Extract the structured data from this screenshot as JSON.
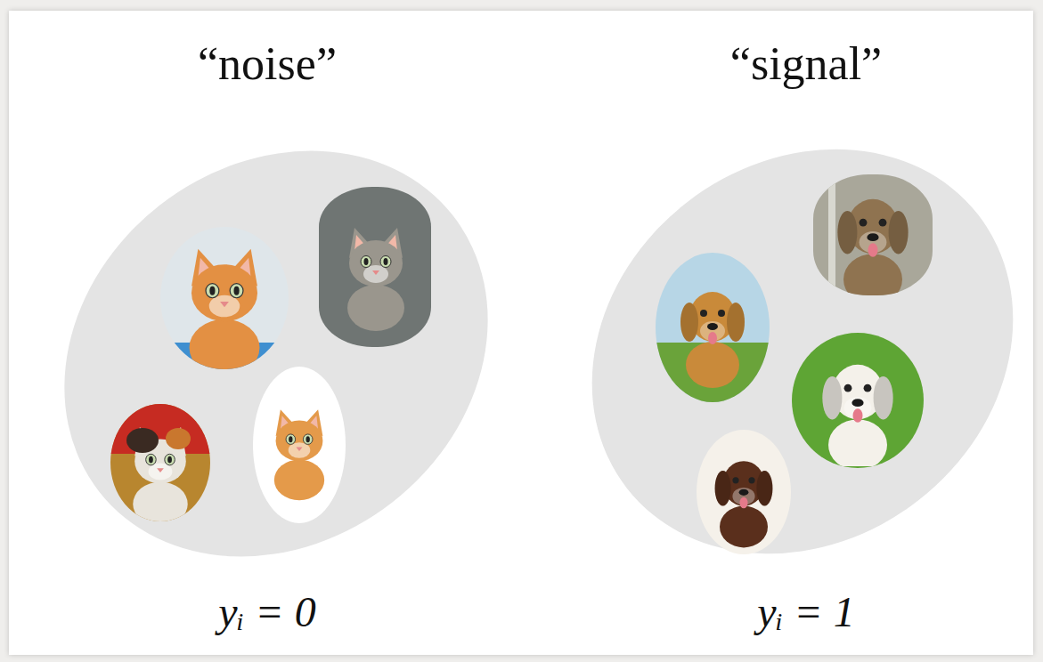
{
  "diagram": {
    "nodes": [
      {
        "text": [
          "“noise”"
        ]
      },
      {
        "text": [
          "“signal”"
        ]
      }
    ],
    "labels": [
      "yᵢ = 0",
      "yᵢ = 1"
    ]
  }
}
